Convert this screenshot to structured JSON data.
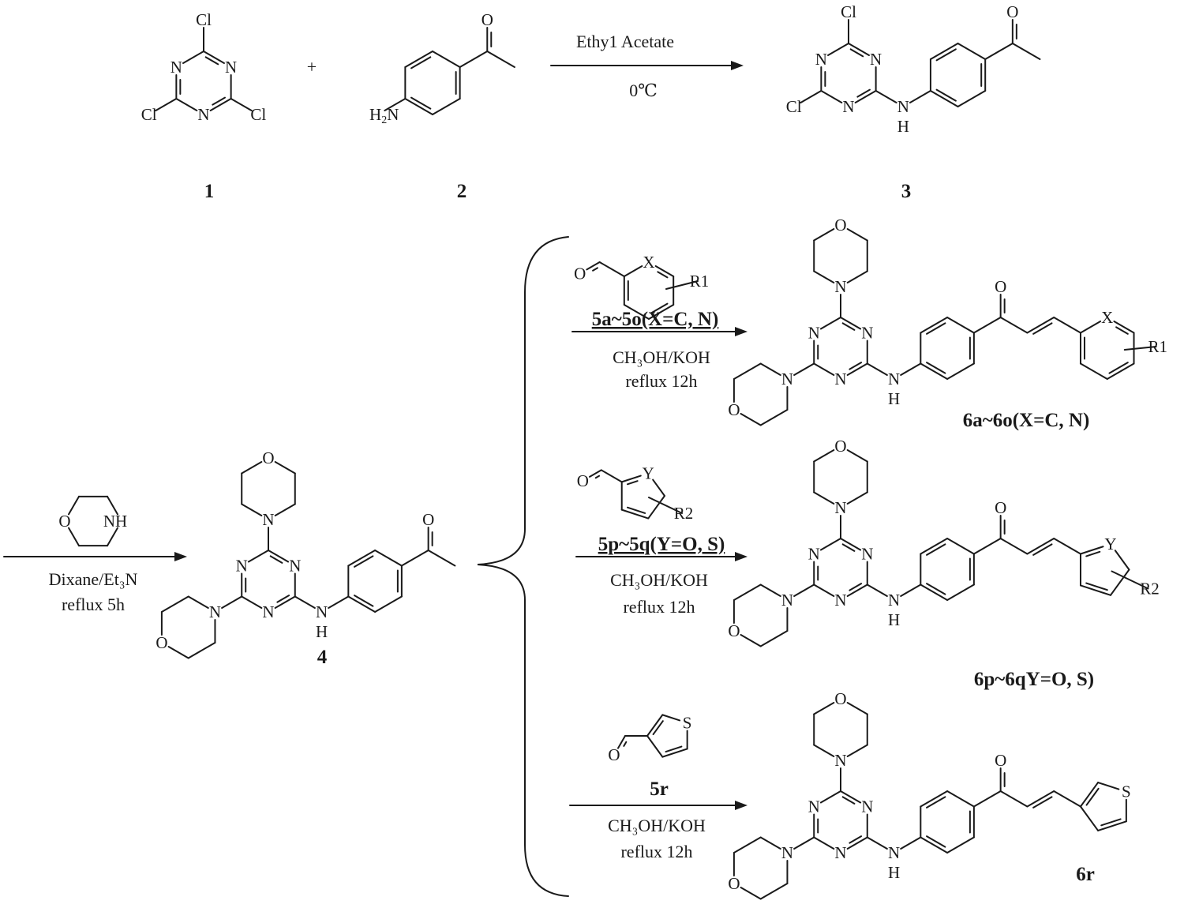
{
  "plus": "+",
  "step1": {
    "reagent": "Ethy1 Acetate",
    "condition": "0℃"
  },
  "step2": {
    "solvent": "Dixane/Et₃N",
    "condition": "reflux 5h"
  },
  "compounds": {
    "c1": "1",
    "c2": "2",
    "c3": "3",
    "c4": "4",
    "c6a": "6a~6o(X=C, N)",
    "c6p": "6p~6qY=O, S)",
    "c6r": "6r"
  },
  "reagents": [
    {
      "label": "5a~5o(X=C, N)",
      "solvent": "CH₃OH/KOH",
      "condition": "reflux 12h"
    },
    {
      "label": "5p~5q(Y=O, S)",
      "solvent": "CH₃OH/KOH",
      "condition": "reflux 12h"
    },
    {
      "label": "5r",
      "solvent": "CH₃OH/KOH",
      "condition": "reflux 12h"
    }
  ],
  "substituents": {
    "R1": "R1",
    "R2": "R2",
    "X": "X",
    "Y": "Y"
  },
  "colors": {
    "ink": "#1a1a1a",
    "background": "#ffffff"
  }
}
